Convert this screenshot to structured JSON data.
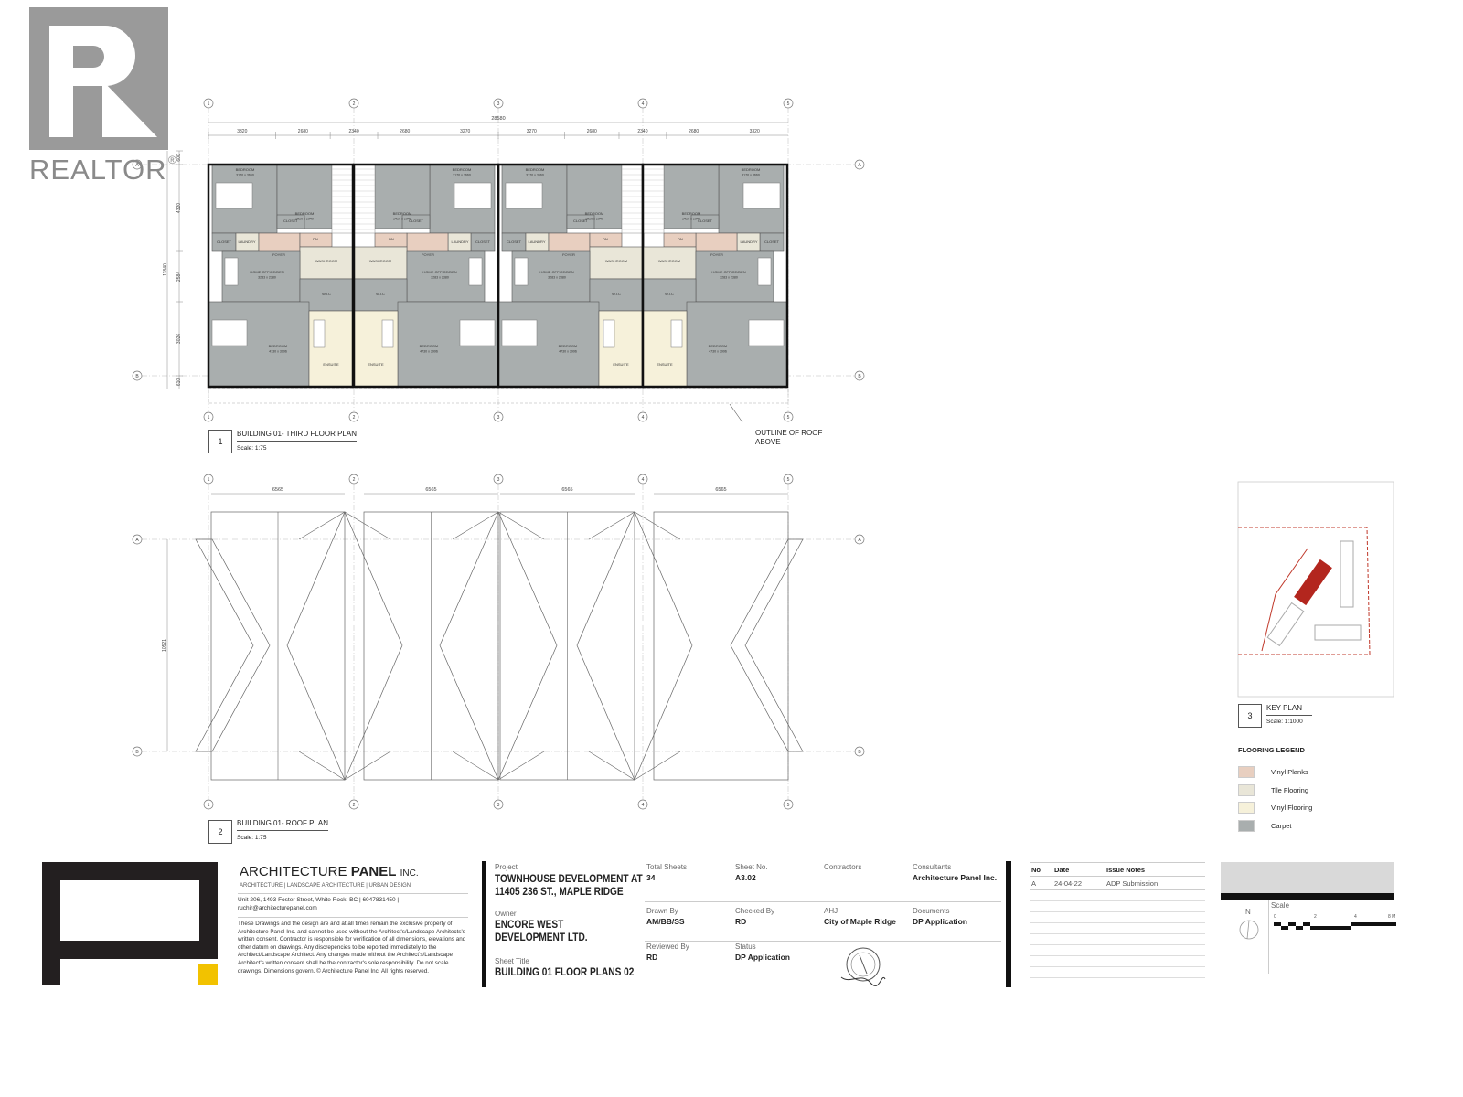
{
  "logo": {
    "realtor_text": "REALTOR",
    "registered_mark": "®"
  },
  "third_floor": {
    "grid_numbers": [
      "1",
      "2",
      "3",
      "4",
      "5"
    ],
    "grid_letters": [
      "A",
      "B"
    ],
    "overall_dim": "28580",
    "top_dims": [
      "3320",
      "2680",
      "2340",
      "2680",
      "3270",
      "3270",
      "2680",
      "2340",
      "2680",
      "3320"
    ],
    "left_dims": [
      "600",
      "4320",
      "2584",
      "3026",
      "610"
    ],
    "overall_height": "11840",
    "rooms": [
      {
        "name": "BEDROOM",
        "dims": "3170 x 3660"
      },
      {
        "name": "BEDROOM",
        "dims": "2420 x 2940"
      },
      {
        "name": "CLOSET",
        "dims": ""
      },
      {
        "name": "CLOSET",
        "dims": ""
      },
      {
        "name": "LAUNDRY",
        "dims": ""
      },
      {
        "name": "FOYER",
        "dims": ""
      },
      {
        "name": "DN",
        "dims": ""
      },
      {
        "name": "WASHROOM",
        "dims": ""
      },
      {
        "name": "HOME OFFICE/DEN",
        "dims": "3283 x 2380"
      },
      {
        "name": "W.I.C",
        "dims": ""
      },
      {
        "name": "BEDROOM",
        "dims": "4730 x 3996"
      },
      {
        "name": "ENSUITE",
        "dims": ""
      }
    ],
    "callout_number": "1",
    "title": "BUILDING 01- THIRD  FLOOR PLAN",
    "scale": "Scale: 1:75",
    "roof_note": "OUTLINE OF ROOF ABOVE"
  },
  "roof": {
    "dims": [
      "6565",
      "6565",
      "6565",
      "6565"
    ],
    "height_dim": "10521",
    "callout_number": "2",
    "title": "BUILDING 01- ROOF PLAN",
    "scale": "Scale: 1:75"
  },
  "key_plan": {
    "callout_number": "3",
    "title": "KEY PLAN",
    "scale": "Scale: 1:1000",
    "highlight_color": "#b3261e",
    "boundary_color": "#c0392b"
  },
  "legend": {
    "title": "FLOORING LEGEND",
    "items": [
      {
        "label": "Vinyl Planks",
        "color": "#e8cfc0"
      },
      {
        "label": "Tile Flooring",
        "color": "#e9e6d8"
      },
      {
        "label": "Vinyl Flooring",
        "color": "#f6f1da"
      },
      {
        "label": "Carpet",
        "color": "#a9aeae"
      }
    ]
  },
  "title_block": {
    "firm_name": "ARCHITECTURE",
    "firm_name_bold": "PANEL",
    "firm_suffix": "INC.",
    "firm_services": "ARCHITECTURE  |  LANDSCAPE ARCHITECTURE  |  URBAN DESIGN",
    "address": "Unit 206, 1493 Foster Street, White Rock, BC | 6047831450 |",
    "email": "ruchir@architecturepanel.com",
    "disclaimer": "These Drawings and the design are and at all times remain the exclusive property of Architecture Panel Inc. and cannot be used without the Architect's/Landscape Architects's written consent. Contractor is responsible for verification of all dimensions, elevations and other datum on drawings. Any discrepencies to be reported immediately to the Architect/Landscape Architect. Any changes made without the Architect's/Landscape Architect's written consent shall be the contractor's sole responsibility. Do not scale drawings. Dimensions govern. © Architecture Panel Inc. All rights reserved.",
    "project_label": "Project",
    "project": "TOWNHOUSE DEVELOPMENT AT 11405 236 ST., MAPLE RIDGE",
    "owner_label": "Owner",
    "owner": "ENCORE WEST DEVELOPMENT LTD.",
    "sheet_title_label": "Sheet Title",
    "sheet_title": "BUILDING 01 FLOOR PLANS 02",
    "fields": [
      {
        "label": "Total Sheets",
        "value": "34"
      },
      {
        "label": "Sheet No.",
        "value": "A3.02"
      },
      {
        "label": "Contractors",
        "value": ""
      },
      {
        "label": "Consultants",
        "value": "Architecture Panel Inc."
      },
      {
        "label": "Drawn By",
        "value": "AM/BB/SS"
      },
      {
        "label": "Checked By",
        "value": "RD"
      },
      {
        "label": "AHJ",
        "value": "City of Maple Ridge"
      },
      {
        "label": "Documents",
        "value": "DP Application"
      },
      {
        "label": "Reviewed By",
        "value": "RD"
      },
      {
        "label": "Status",
        "value": "DP Application"
      }
    ],
    "issues_headers": [
      "No",
      "Date",
      "Issue Notes"
    ],
    "issues": [
      {
        "no": "A",
        "date": "24-04-22",
        "note": "ADP Submission"
      }
    ],
    "scale_label": "Scale",
    "scale_ticks": [
      "0",
      "2",
      "4",
      "8 M"
    ],
    "north_label": "N",
    "accent_color": "#f2c200"
  }
}
